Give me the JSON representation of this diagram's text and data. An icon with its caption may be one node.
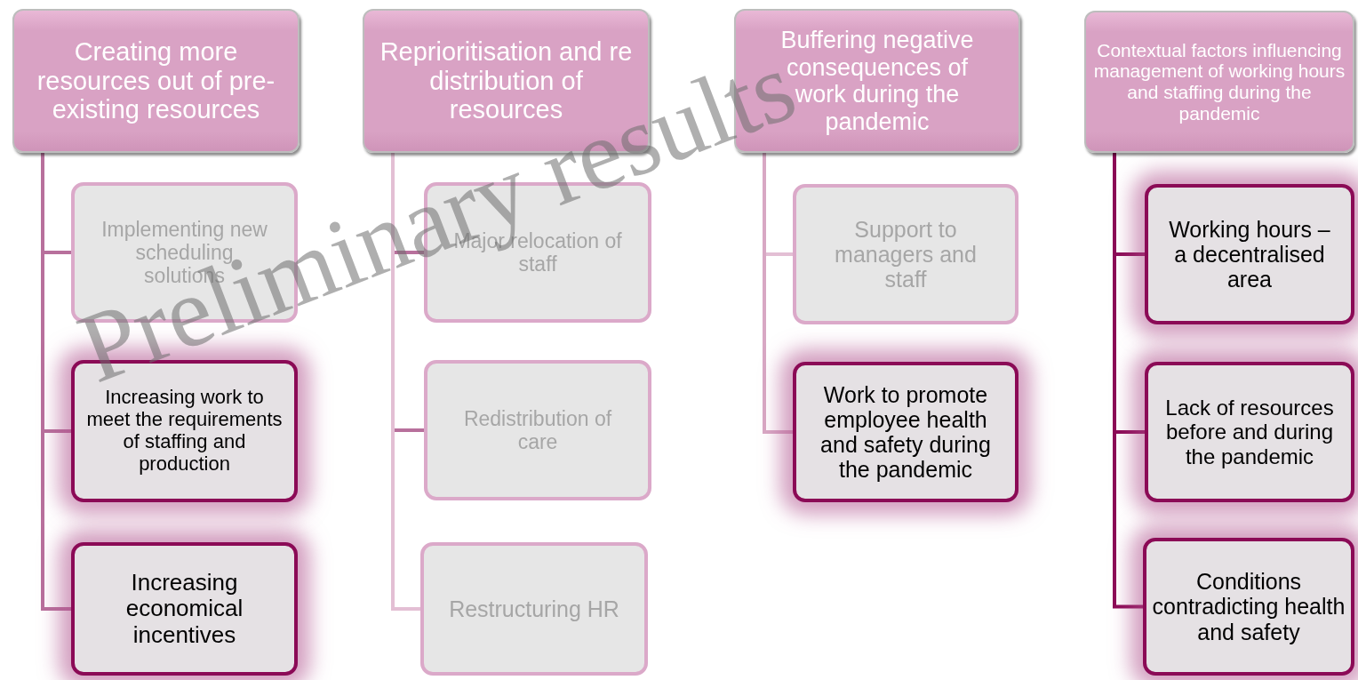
{
  "diagram": {
    "nodes": [
      {
        "text": [
          "Creating more resources out of pre-existing resources"
        ]
      },
      {
        "text": [
          "Implementing new scheduling solutions"
        ]
      },
      {
        "text": [
          "Increasing work to meet the requirements of staffing and production"
        ]
      },
      {
        "text": [
          "Increasing economical incentives"
        ]
      },
      {
        "text": [
          "Reprioritisation and re distribution of resources"
        ]
      },
      {
        "text": [
          "Major relocation of staff"
        ]
      },
      {
        "text": [
          "Redistribution of care"
        ]
      },
      {
        "text": [
          "Restructuring HR"
        ]
      },
      {
        "text": [
          "Buffering negative consequences of work during the pandemic"
        ]
      },
      {
        "text": [
          "Support to managers and staff"
        ]
      },
      {
        "text": [
          "Work to promote employee health and safety during the pandemic"
        ]
      },
      {
        "text": [
          "Contextual factors influencing management of working hours and staffing during the pandemic"
        ]
      },
      {
        "text": [
          "Working hours – a decentralised area"
        ]
      },
      {
        "text": [
          "Lack of resources before and during the pandemic"
        ]
      },
      {
        "text": [
          "Conditions contradicting health and safety"
        ]
      }
    ],
    "edges": [
      {
        "from": 0,
        "to": 1,
        "arrow": "none",
        "color": "#b8709c"
      },
      {
        "from": 0,
        "to": 2,
        "arrow": "none",
        "color": "#b8709c"
      },
      {
        "from": 0,
        "to": 3,
        "arrow": "none",
        "color": "#b8709c"
      },
      {
        "from": 4,
        "to": 5,
        "arrow": "none",
        "color": "#b8709c"
      },
      {
        "from": 4,
        "to": 6,
        "arrow": "none",
        "color": "#b8709c"
      },
      {
        "from": 4,
        "to": 7,
        "arrow": "none",
        "color": "#e3bfd4"
      },
      {
        "from": 8,
        "to": 9,
        "arrow": "none",
        "color": "#e3bfd4"
      },
      {
        "from": 8,
        "to": 10,
        "arrow": "none",
        "color": "#d8a8c4"
      },
      {
        "from": 11,
        "to": 12,
        "arrow": "none",
        "color": "#8b0a56"
      },
      {
        "from": 11,
        "to": 13,
        "arrow": "none",
        "color": "#8b0a56"
      },
      {
        "from": 11,
        "to": 14,
        "arrow": "none",
        "color": "#8b0a56"
      }
    ],
    "labels": [
      "Preliminary results"
    ]
  }
}
